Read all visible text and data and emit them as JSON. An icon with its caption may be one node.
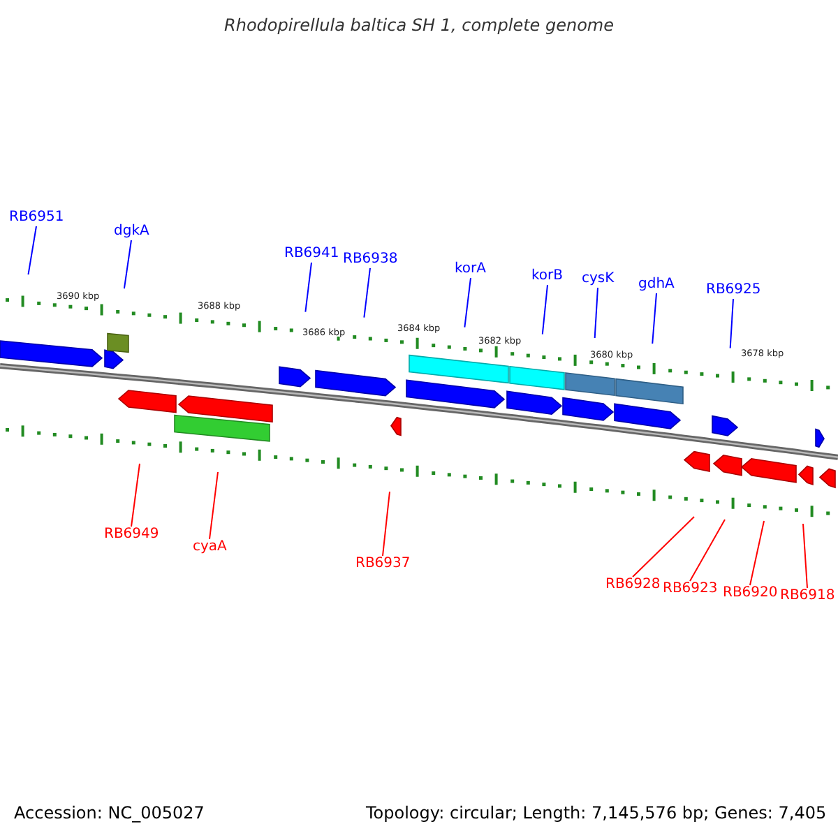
{
  "diagram": {
    "title": "Rhodopirellula baltica SH 1, complete genome",
    "nodes": [
      {
        "text": [
          "RB6951"
        ]
      },
      {
        "text": [
          "dgkA"
        ]
      },
      {
        "text": [
          "RB6941"
        ]
      },
      {
        "text": [
          "RB6938"
        ]
      },
      {
        "text": [
          "korA"
        ]
      },
      {
        "text": [
          "korB"
        ]
      },
      {
        "text": [
          "cysK"
        ]
      },
      {
        "text": [
          "gdhA"
        ]
      },
      {
        "text": [
          "RB6925"
        ]
      },
      {
        "text": [
          "RB6949"
        ]
      },
      {
        "text": [
          "cyaA"
        ]
      },
      {
        "text": [
          "RB6937"
        ]
      },
      {
        "text": [
          "RB6928"
        ]
      },
      {
        "text": [
          "RB6923"
        ]
      },
      {
        "text": [
          "RB6920"
        ]
      },
      {
        "text": [
          "RB6918"
        ]
      }
    ],
    "edges": [
      {
        "from": 0,
        "to": null,
        "arrow": "none"
      },
      {
        "from": 1,
        "to": null,
        "arrow": "none"
      },
      {
        "from": 2,
        "to": null,
        "arrow": "none"
      },
      {
        "from": 3,
        "to": null,
        "arrow": "none"
      },
      {
        "from": 4,
        "to": null,
        "arrow": "none"
      },
      {
        "from": 5,
        "to": null,
        "arrow": "none"
      },
      {
        "from": 6,
        "to": null,
        "arrow": "none"
      },
      {
        "from": 7,
        "to": null,
        "arrow": "none"
      },
      {
        "from": 8,
        "to": null,
        "arrow": "none"
      },
      {
        "from": 9,
        "to": null,
        "arrow": "none",
        "color": "#ff0000"
      },
      {
        "from": 10,
        "to": null,
        "arrow": "none",
        "color": "#ff0000"
      },
      {
        "from": 11,
        "to": null,
        "arrow": "none",
        "color": "#ff0000"
      },
      {
        "from": 12,
        "to": null,
        "arrow": "none",
        "color": "#ff0000"
      },
      {
        "from": 13,
        "to": null,
        "arrow": "none",
        "color": "#ff0000"
      },
      {
        "from": 14,
        "to": null,
        "arrow": "none",
        "color": "#ff0000"
      },
      {
        "from": 15,
        "to": null,
        "arrow": "none",
        "color": "#ff0000"
      }
    ],
    "labels": [
      "3690 kbp",
      "3688 kbp",
      "3686 kbp",
      "3684 kbp",
      "3682 kbp",
      "3680 kbp",
      "3678 kbp",
      "Accession: NC_005027",
      "Topology: circular; Length: 7,145,576 bp; Genes: 7,405"
    ]
  }
}
